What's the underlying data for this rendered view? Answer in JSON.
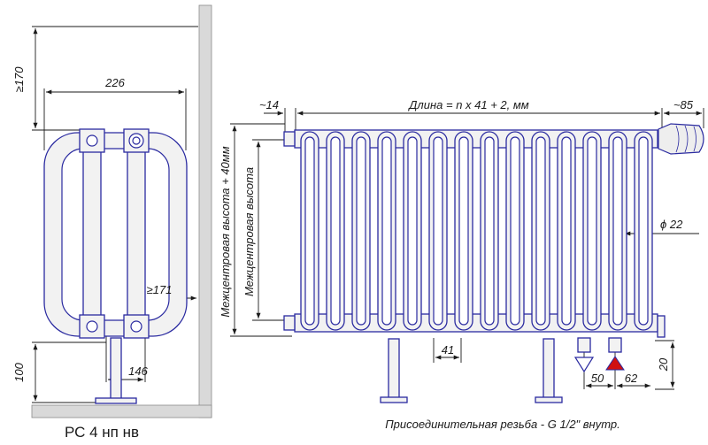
{
  "side_view": {
    "model_label": "РС 4 нп нв",
    "dim_wall_gap": "≥170",
    "dim_width": "226",
    "dim_depth_min": "≥171",
    "dim_leg_offset": "146",
    "dim_floor": "100"
  },
  "front_view": {
    "dim_left_offset": "~14",
    "dim_length_formula": "Длина = n x 41 + 2, мм",
    "dim_right_offset": "~85",
    "dim_total_height": "Межцентровая высота + 40мм",
    "dim_center_height": "Межцентровая высота",
    "dim_tube_diameter": "ϕ 22",
    "dim_section_pitch": "41",
    "dim_pipe_a": "50",
    "dim_pipe_b": "62",
    "dim_pipe_height": "20",
    "connection_note": "Присоединительная резьба - G 1/2\" внутр."
  },
  "colors": {
    "outline": "#2a2aa0",
    "marker_red": "#d01010",
    "wall": "#d9d9d9"
  }
}
